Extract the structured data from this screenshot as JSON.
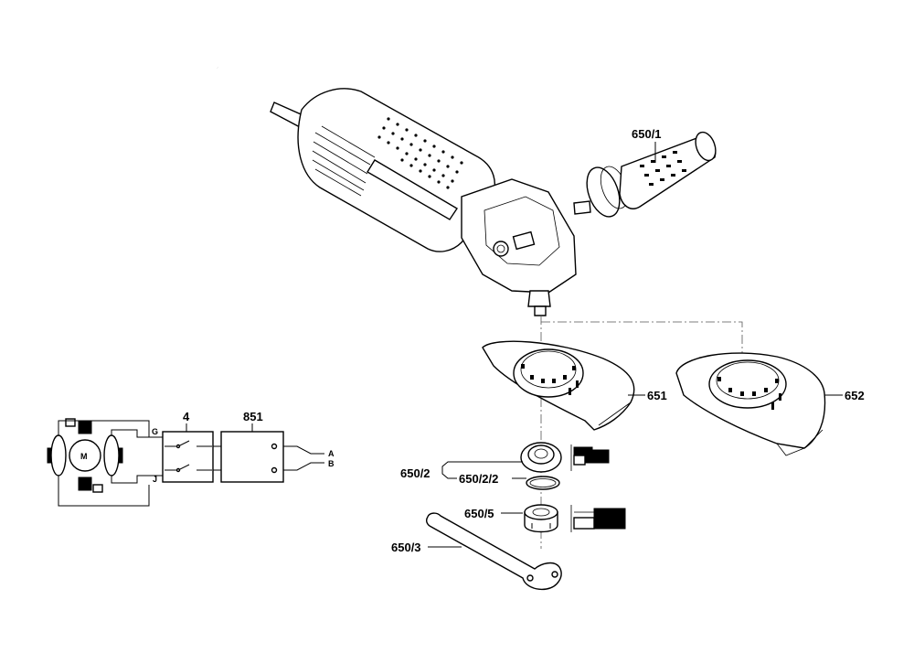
{
  "callouts": {
    "handle": "650/1",
    "guard_a": "651",
    "guard_b": "652",
    "flange_set": "650/2",
    "flange_ring": "650/2/2",
    "clamp_nut": "650/5",
    "spanner": "650/3",
    "switch": "4",
    "electronics": "851"
  },
  "wiring": {
    "motor": "M",
    "term_g": "G",
    "term_j": "J",
    "out_a": "A",
    "out_b": "B"
  }
}
